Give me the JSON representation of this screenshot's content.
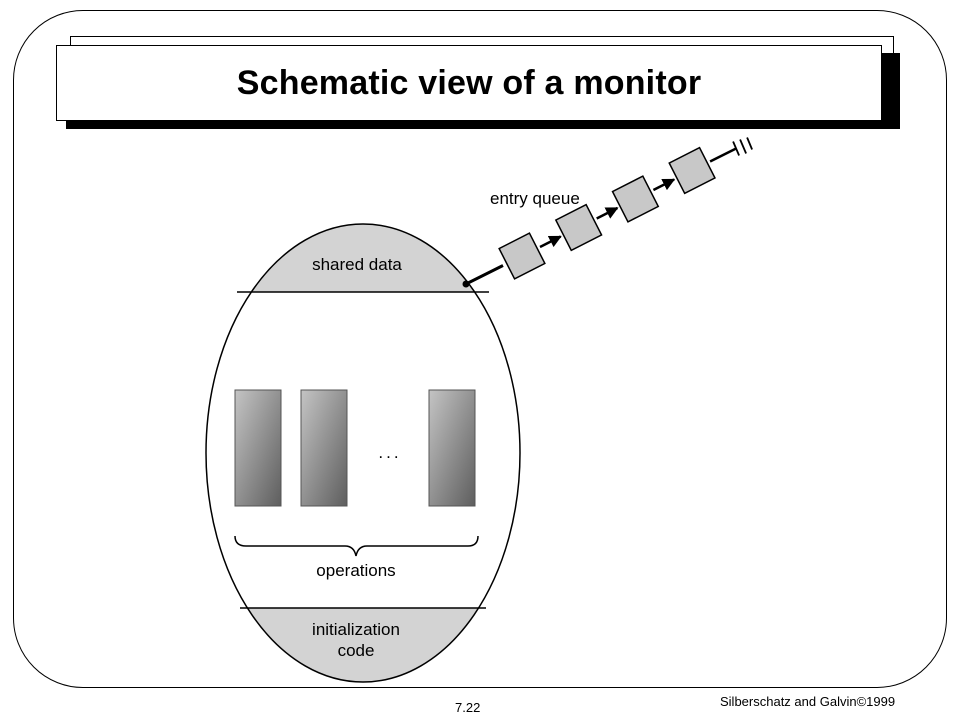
{
  "slide": {
    "title": "Schematic view of a monitor",
    "page_number": "7.22",
    "copyright": "Silberschatz and Galvin©1999"
  },
  "diagram": {
    "shared_data_label": "shared data",
    "operations_label": "operations",
    "ellipsis": "...",
    "init_code_line1": "initialization",
    "init_code_line2": "code",
    "entry_queue_label": "entry queue",
    "queue_length": 4
  },
  "colors": {
    "band_fill": "#d3d3d3",
    "queue_box_fill": "#c8c8c8"
  }
}
